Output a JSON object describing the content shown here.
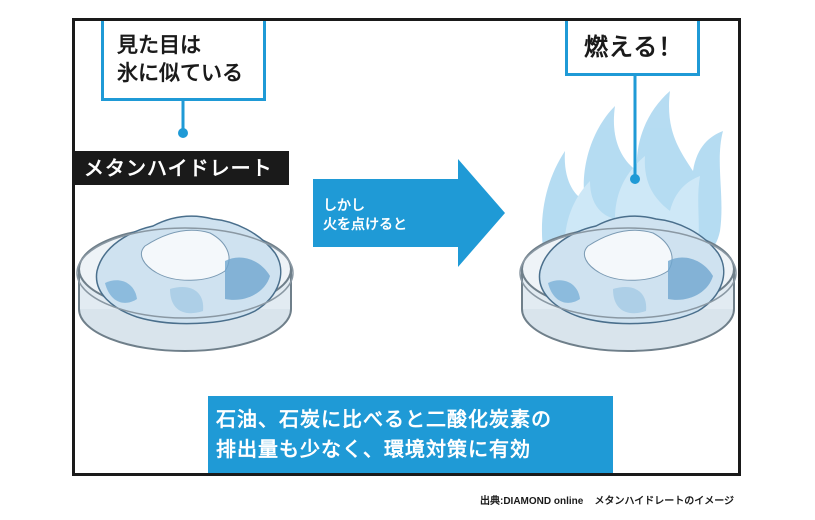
{
  "callouts": {
    "appearance_line1": "見た目は",
    "appearance_line2": "氷に似ている",
    "burns": "燃える！"
  },
  "title": "メタンハイドレート",
  "arrow": {
    "line1": "しかし",
    "line2": "火を点けると"
  },
  "summary": {
    "line1": "石油、石炭に比べると二酸化炭素の",
    "line2": "排出量も少なく、環境対策に有効"
  },
  "credit": {
    "source": "出典:DIAMOND online",
    "caption": "メタンハイドレートのイメージ"
  },
  "colors": {
    "accent_blue": "#1f9ad6",
    "flame_blue": "#9fd2ef",
    "dark": "#1a1a1a"
  }
}
